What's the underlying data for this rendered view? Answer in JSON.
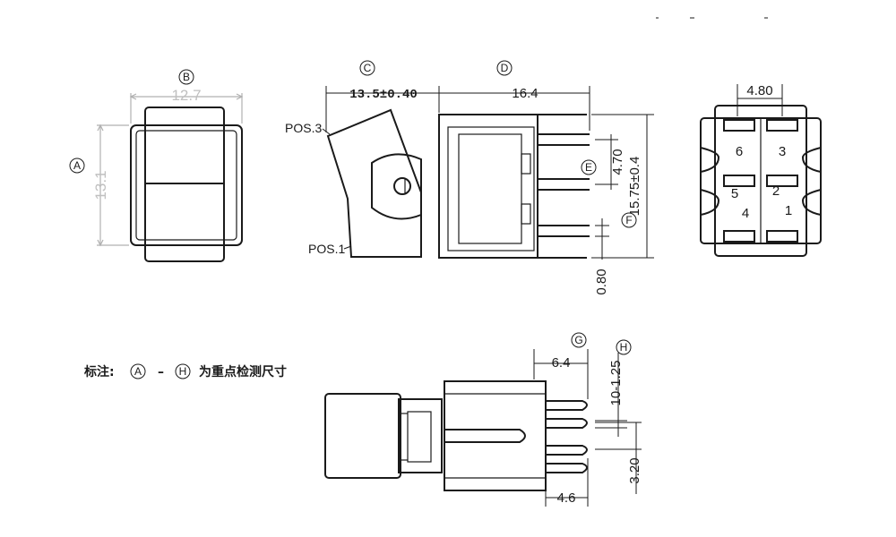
{
  "labels": {
    "A": "A",
    "B": "B",
    "C": "C",
    "D": "D",
    "E": "E",
    "F": "F",
    "G": "G",
    "H": "H"
  },
  "dimensions": {
    "width_b": "12.7",
    "height_a": "13.1",
    "c": "13.5±0.40",
    "d": "16.4",
    "e": "4.70",
    "f": "15.75±0.4",
    "pin_offset": "0.80",
    "terminal_spacing": "4.80",
    "g": "6.4",
    "h": "10-1.25",
    "bottom_pin": "4.6",
    "pin_pitch": "3.20"
  },
  "positions": {
    "pos3": "POS.3",
    "pos1": "POS.1"
  },
  "terminals": [
    "6",
    "3",
    "5",
    "2",
    "4",
    "1"
  ],
  "note": {
    "prefix": "标注:",
    "from": "A",
    "dash": "–",
    "to": "H",
    "text": "为重点检测尺寸"
  }
}
